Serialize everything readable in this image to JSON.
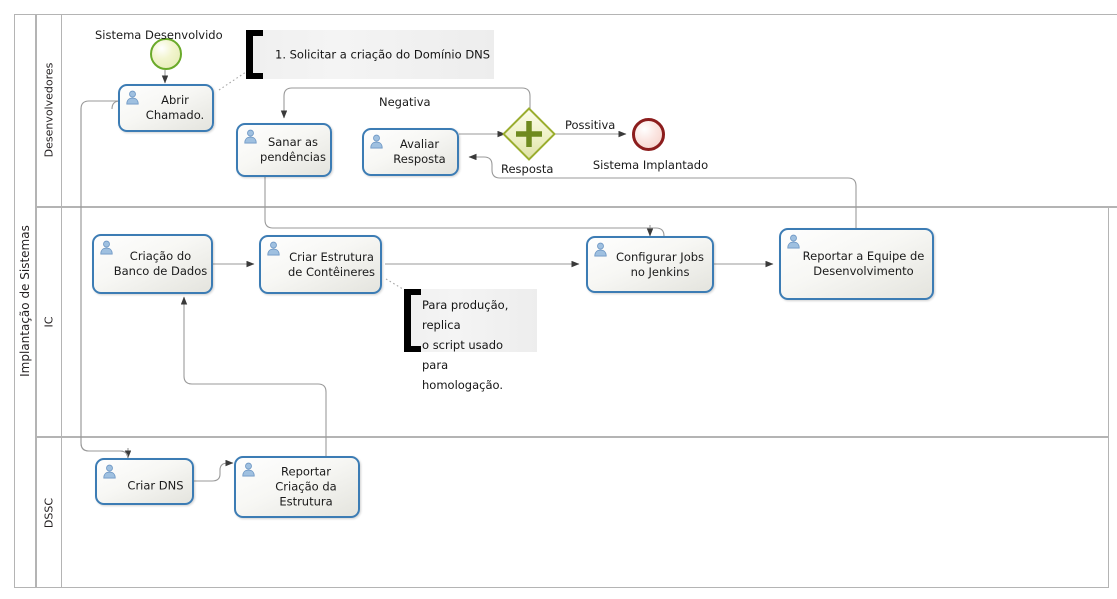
{
  "diagram": {
    "type": "bpmn-process",
    "pool": {
      "label": "Implantação de Sistemas"
    },
    "lanes": [
      {
        "id": "lane-desenvolvedores",
        "label": "Desenvolvedores"
      },
      {
        "id": "lane-ic",
        "label": "IC"
      },
      {
        "id": "lane-dssc",
        "label": "DSSC"
      }
    ],
    "events": [
      {
        "id": "start-sistema-desenvolvido",
        "kind": "start",
        "label": "Sistema Desenvolvido"
      },
      {
        "id": "end-sistema-implantado",
        "kind": "end",
        "label": "Sistema Implantado"
      }
    ],
    "gateways": [
      {
        "id": "gateway-resposta",
        "kind": "parallel",
        "label": "Resposta",
        "glyph": "plus"
      }
    ],
    "tasks": [
      {
        "id": "task-abrir-chamado",
        "lane": "lane-desenvolvedores",
        "label": "Abrir\nChamado."
      },
      {
        "id": "task-sanar-pendencias",
        "lane": "lane-desenvolvedores",
        "label": "Sanar as\npendências"
      },
      {
        "id": "task-avaliar-resposta",
        "lane": "lane-desenvolvedores",
        "label": "Avaliar\nResposta"
      },
      {
        "id": "task-criacao-banco-dados",
        "lane": "lane-ic",
        "label": "Criação do\nBanco de Dados"
      },
      {
        "id": "task-criar-estrutura-conteineres",
        "lane": "lane-ic",
        "label": "Criar Estrutura\nde Contêineres"
      },
      {
        "id": "task-configurar-jobs-jenkins",
        "lane": "lane-ic",
        "label": "Configurar Jobs\nno Jenkins"
      },
      {
        "id": "task-reportar-equipe-desenvolvimento",
        "lane": "lane-ic",
        "label": "Reportar a Equipe de\nDesenvolvimento"
      },
      {
        "id": "task-criar-dns",
        "lane": "lane-dssc",
        "label": "Criar DNS"
      },
      {
        "id": "task-reportar-criacao-estrutura",
        "lane": "lane-dssc",
        "label": "Reportar\nCriação da\nEstrutura"
      }
    ],
    "annotations": [
      {
        "id": "annotation-solicitar-dns",
        "text": "1. Solicitar a criação do Domínio DNS"
      },
      {
        "id": "annotation-producao-script",
        "text": "Para produção, replica\no script usado para\nhomologação."
      }
    ],
    "edge_labels": [
      {
        "id": "edge-label-negativa",
        "text": "Negativa"
      },
      {
        "id": "edge-label-possitiva",
        "text": "Possitiva"
      }
    ],
    "colors": {
      "task_border": "#3c7cb4",
      "start_event_border": "#6aaa2a",
      "end_event_border": "#8c1d1d",
      "gateway_border": "#9aad2e",
      "gateway_glyph": "#6f8a1e",
      "lane_border": "#b4b4b4",
      "connector": "#9a9a9a",
      "annotation_bar": "#000000",
      "person_icon": "#8fb4d9"
    }
  }
}
